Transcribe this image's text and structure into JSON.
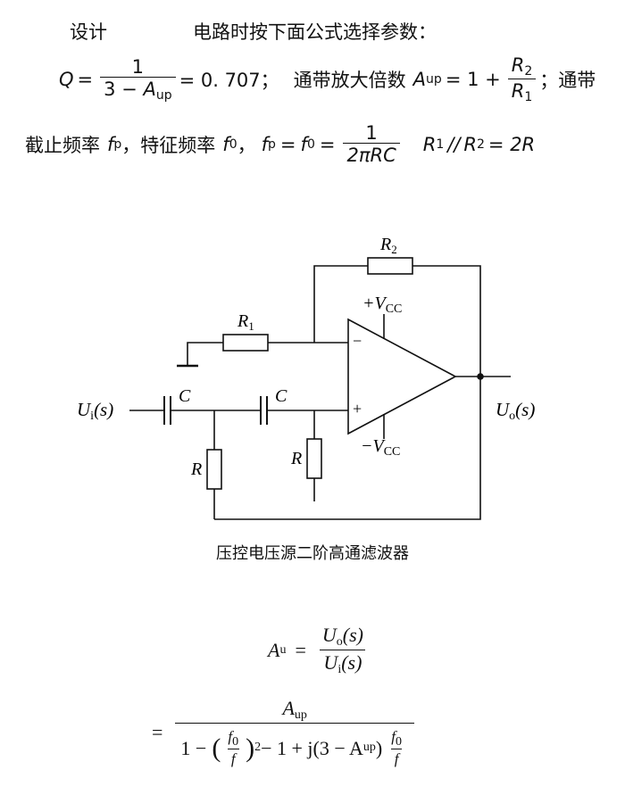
{
  "intro": {
    "design": "设计",
    "rest": "电路时按下面公式选择参数："
  },
  "line2": {
    "Q": "Q",
    "eq1": "=",
    "one": "1",
    "den_prefix": "3 − ",
    "A": "A",
    "up": "up",
    "eq2": "= 0. 707；",
    "gain_text": "通带放大倍数",
    "eq3": "= 1 +",
    "R": "R",
    "two": "2",
    "onesub": "1",
    "end": "；通带"
  },
  "line3": {
    "start": "截止频率",
    "f": "f",
    "p": "p",
    "mid": "，特征频率",
    "zero": "0",
    "comma": "，",
    "eq": "=",
    "one": "1",
    "den": "2πRC",
    "parallel": "//",
    "eq2": "= 2R"
  },
  "circuit": {
    "labels": {
      "R2": "R",
      "R2sub": "2",
      "R1": "R",
      "R1sub": "1",
      "vcc_pos": "+V",
      "vcc_sub": "CC",
      "vcc_neg": "−V",
      "minus": "−",
      "plus": "+",
      "C1": "C",
      "C2": "C",
      "Ra": "R",
      "Rb": "R",
      "Ui": "U",
      "Ui_sub": "i",
      "Ui_s": "(s)",
      "Uo": "U",
      "Uo_sub": "o",
      "Uo_s": "(s)"
    }
  },
  "caption": "压控电压源二阶高通滤波器",
  "formula1": {
    "A": "A",
    "u": "u",
    "eq": "=",
    "num": "U",
    "num_sub": "o",
    "num_s": "(s)",
    "den": "U",
    "den_sub": "i",
    "den_s": "(s)"
  },
  "formula2": {
    "eq": "=",
    "num": "A",
    "num_sub": "up",
    "den_start": "1 −",
    "lp": "(",
    "f0": "f",
    "zero": "0",
    "f": "f",
    "rp": ")",
    "sq": "2",
    "mid": " − 1 + j(3 − A",
    "up": "up",
    "end": ")"
  }
}
